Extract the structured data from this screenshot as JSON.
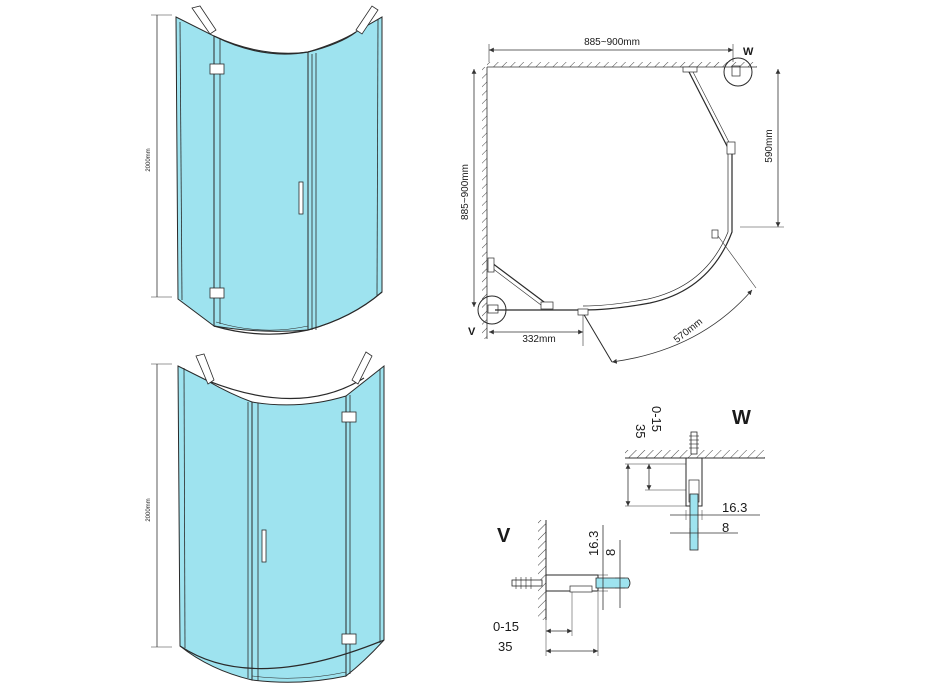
{
  "colors": {
    "glass": "#9ee3ef",
    "glass_light": "#b9ecf4",
    "line": "#2a2a2a",
    "dim": "#333333"
  },
  "elevation_top": {
    "height_label": "2000mm"
  },
  "elevation_bottom": {
    "height_label": "2000mm"
  },
  "plan": {
    "width_label": "885~900mm",
    "depth_label": "885~900mm",
    "side_label": "590mm",
    "base_label": "332mm",
    "arc_label": "570mm",
    "w_marker": "W",
    "v_marker": "V"
  },
  "detail_w": {
    "title": "W",
    "dim_35": "35",
    "dim_0_15": "0-15",
    "dim_16_3": "16.3",
    "dim_8": "8"
  },
  "detail_v": {
    "title": "V",
    "dim_16_3": "16.3",
    "dim_8": "8",
    "dim_0_15": "0-15",
    "dim_35": "35"
  }
}
